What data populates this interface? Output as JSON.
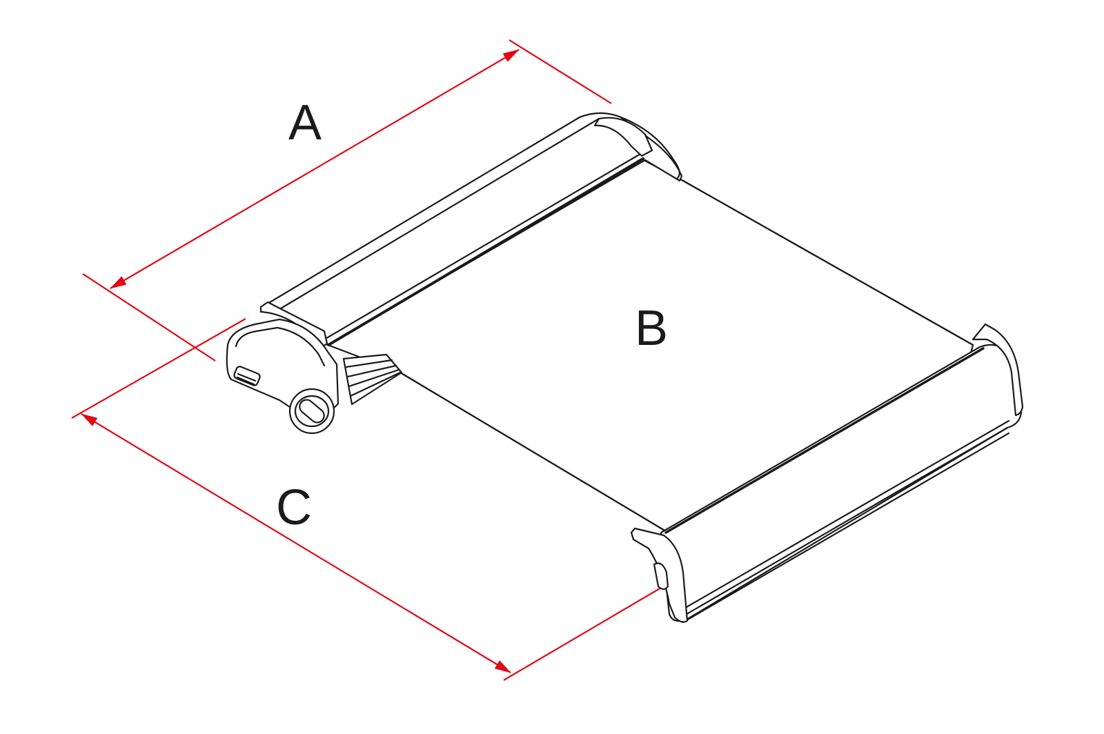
{
  "labels": {
    "a": "A",
    "b": "B",
    "c": "C"
  },
  "colors": {
    "dimension": "#e30613",
    "outline": "#1a1a1a",
    "background": "#ffffff"
  }
}
